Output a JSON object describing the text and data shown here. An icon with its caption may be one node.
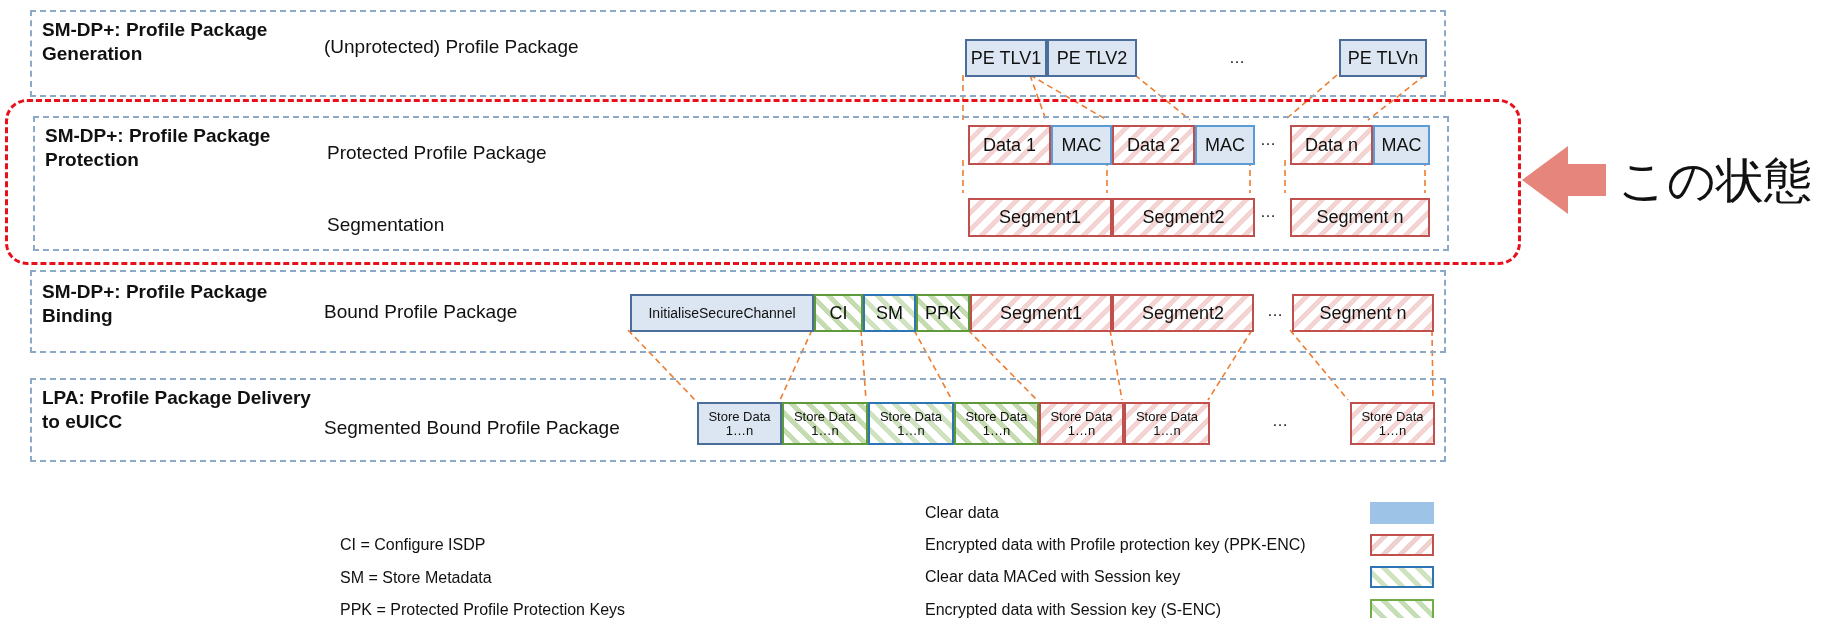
{
  "diagram": {
    "nodes": [
      {
        "text": [
          "SM-DP+: Profile Package Generation",
          "(Unprotected) Profile Package"
        ]
      },
      {
        "text": [
          "PE TLV1"
        ],
        "in": 0
      },
      {
        "text": [
          "PE TLV2"
        ],
        "in": 0
      },
      {
        "text": [
          "PE TLVn"
        ],
        "in": 0
      },
      {
        "text": [],
        "shape": "box"
      },
      {
        "text": [
          "SM-DP+: Profile Package Protection",
          "Protected Profile Package",
          "Segmentation"
        ],
        "in": 4
      },
      {
        "text": [
          "Data 1"
        ],
        "in": 5
      },
      {
        "text": [
          "MAC"
        ],
        "in": 5
      },
      {
        "text": [
          "Data 2"
        ],
        "in": 5
      },
      {
        "text": [
          "MAC"
        ],
        "in": 5
      },
      {
        "text": [
          "Data n"
        ],
        "in": 5
      },
      {
        "text": [
          "MAC"
        ],
        "in": 5
      },
      {
        "text": [
          "Segment1"
        ],
        "in": 5
      },
      {
        "text": [
          "Segment2"
        ],
        "in": 5
      },
      {
        "text": [
          "Segment n"
        ],
        "in": 5
      },
      {
        "text": [
          "SM-DP+: Profile Package Binding",
          "Bound Profile Package"
        ]
      },
      {
        "text": [
          "InitialiseSecureChannel"
        ],
        "in": 15
      },
      {
        "text": [
          "CI"
        ],
        "in": 15
      },
      {
        "text": [
          "SM"
        ],
        "in": 15
      },
      {
        "text": [
          "PPK"
        ],
        "in": 15
      },
      {
        "text": [
          "Segment1"
        ],
        "in": 15
      },
      {
        "text": [
          "Segment2"
        ],
        "in": 15
      },
      {
        "text": [
          "Segment n"
        ],
        "in": 15
      },
      {
        "text": [
          "LPA: Profile Package Delivery to eUICC",
          "Segmented Bound Profile Package"
        ]
      },
      {
        "text": [
          "Store Data 1…n"
        ],
        "in": 23
      },
      {
        "text": [
          "Store Data 1…n"
        ],
        "in": 23
      },
      {
        "text": [
          "Store Data 1…n"
        ],
        "in": 23
      },
      {
        "text": [
          "Store Data 1…n"
        ],
        "in": 23
      },
      {
        "text": [
          "Store Data 1…n"
        ],
        "in": 23
      },
      {
        "text": [
          "Store Data 1…n"
        ],
        "in": 23
      },
      {
        "text": [
          "Store Data 1…n"
        ],
        "in": 23
      },
      {
        "text": [
          "この状態"
        ]
      }
    ],
    "edges": [
      {
        "from": 1,
        "to": 6,
        "arrow": "none",
        "style": "dashed"
      },
      {
        "from": 1,
        "to": 6,
        "arrow": "none",
        "style": "dashed"
      },
      {
        "from": 1,
        "to": 8,
        "arrow": "none",
        "style": "dashed"
      },
      {
        "from": 2,
        "to": 8,
        "arrow": "none",
        "style": "dashed"
      },
      {
        "from": 3,
        "to": 10,
        "arrow": "none",
        "style": "dashed"
      },
      {
        "from": 3,
        "to": 10,
        "arrow": "none",
        "style": "dashed"
      },
      {
        "from": 6,
        "to": 12,
        "arrow": "none",
        "style": "dashed"
      },
      {
        "from": 7,
        "to": 12,
        "arrow": "none",
        "style": "dashed"
      },
      {
        "from": 9,
        "to": 13,
        "arrow": "none",
        "style": "dashed"
      },
      {
        "from": 10,
        "to": 14,
        "arrow": "none",
        "style": "dashed"
      },
      {
        "from": 11,
        "to": 14,
        "arrow": "none",
        "style": "dashed"
      },
      {
        "from": 16,
        "to": 24,
        "arrow": "none",
        "style": "dashed"
      },
      {
        "from": 17,
        "to": 25,
        "arrow": "none",
        "style": "dashed"
      },
      {
        "from": 18,
        "to": 26,
        "arrow": "none",
        "style": "dashed"
      },
      {
        "from": 19,
        "to": 27,
        "arrow": "none",
        "style": "dashed"
      },
      {
        "from": 20,
        "to": 28,
        "arrow": "none",
        "style": "dashed"
      },
      {
        "from": 21,
        "to": 29,
        "arrow": "none",
        "style": "dashed"
      },
      {
        "from": 21,
        "to": 29,
        "arrow": "none",
        "style": "dashed"
      },
      {
        "from": 22,
        "to": 30,
        "arrow": "none",
        "style": "dashed"
      },
      {
        "from": 22,
        "to": 30,
        "arrow": "none",
        "style": "dashed"
      },
      {
        "from": 31,
        "to": 4,
        "arrow": "to",
        "style": "thick",
        "color": "#e5857b"
      }
    ],
    "labels": [
      "…",
      "…",
      "…",
      "…",
      "…",
      "CI = Configure ISDP",
      "SM = Store Metadata",
      "PPK = Protected Profile Protection Keys"
    ],
    "legend": [
      {
        "text": "Clear data",
        "color": "#9dc3e6"
      },
      {
        "text": "Encrypted data with Profile protection key (PPK-ENC)",
        "color": "#c0504d"
      },
      {
        "text": "Clear data MACed with Session key",
        "color": "#2e75b6"
      },
      {
        "text": "Encrypted data with Session key (S-ENC)",
        "color": "#70ad47"
      }
    ]
  }
}
